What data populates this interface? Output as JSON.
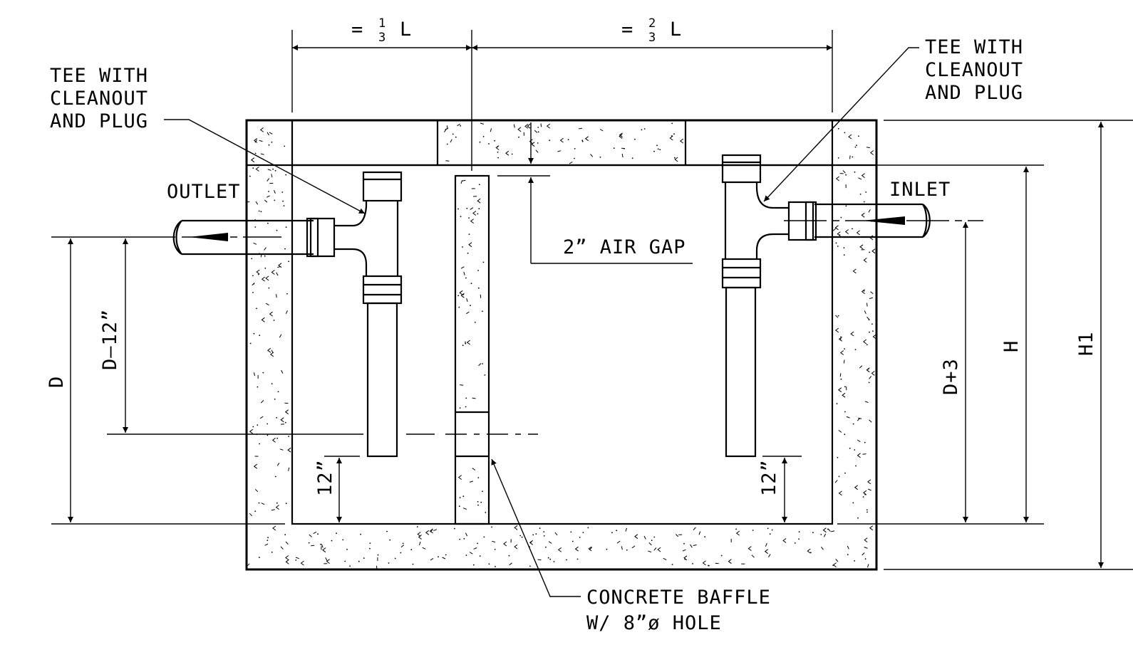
{
  "labels": {
    "tee_left": [
      "TEE WITH",
      "CLEANOUT",
      "AND PLUG"
    ],
    "tee_right": [
      "TEE WITH",
      "CLEANOUT",
      "AND PLUG"
    ],
    "outlet": "OUTLET",
    "inlet": "INLET",
    "air_gap": "2” AIR GAP",
    "baffle": [
      "CONCRETE BAFFLE",
      "W/ 8”ø HOLE"
    ]
  },
  "dimensions": {
    "one_third": {
      "prefix": "=",
      "num": "1",
      "den": "3",
      "suffix": "L"
    },
    "two_thirds": {
      "prefix": "=",
      "num": "2",
      "den": "3",
      "suffix": "L"
    },
    "d": "D",
    "d_minus_12": "D‒12”",
    "twelve_left": "12”",
    "twelve_right": "12”",
    "d_plus_3": "D+3",
    "h": "H",
    "h1": "H1"
  }
}
